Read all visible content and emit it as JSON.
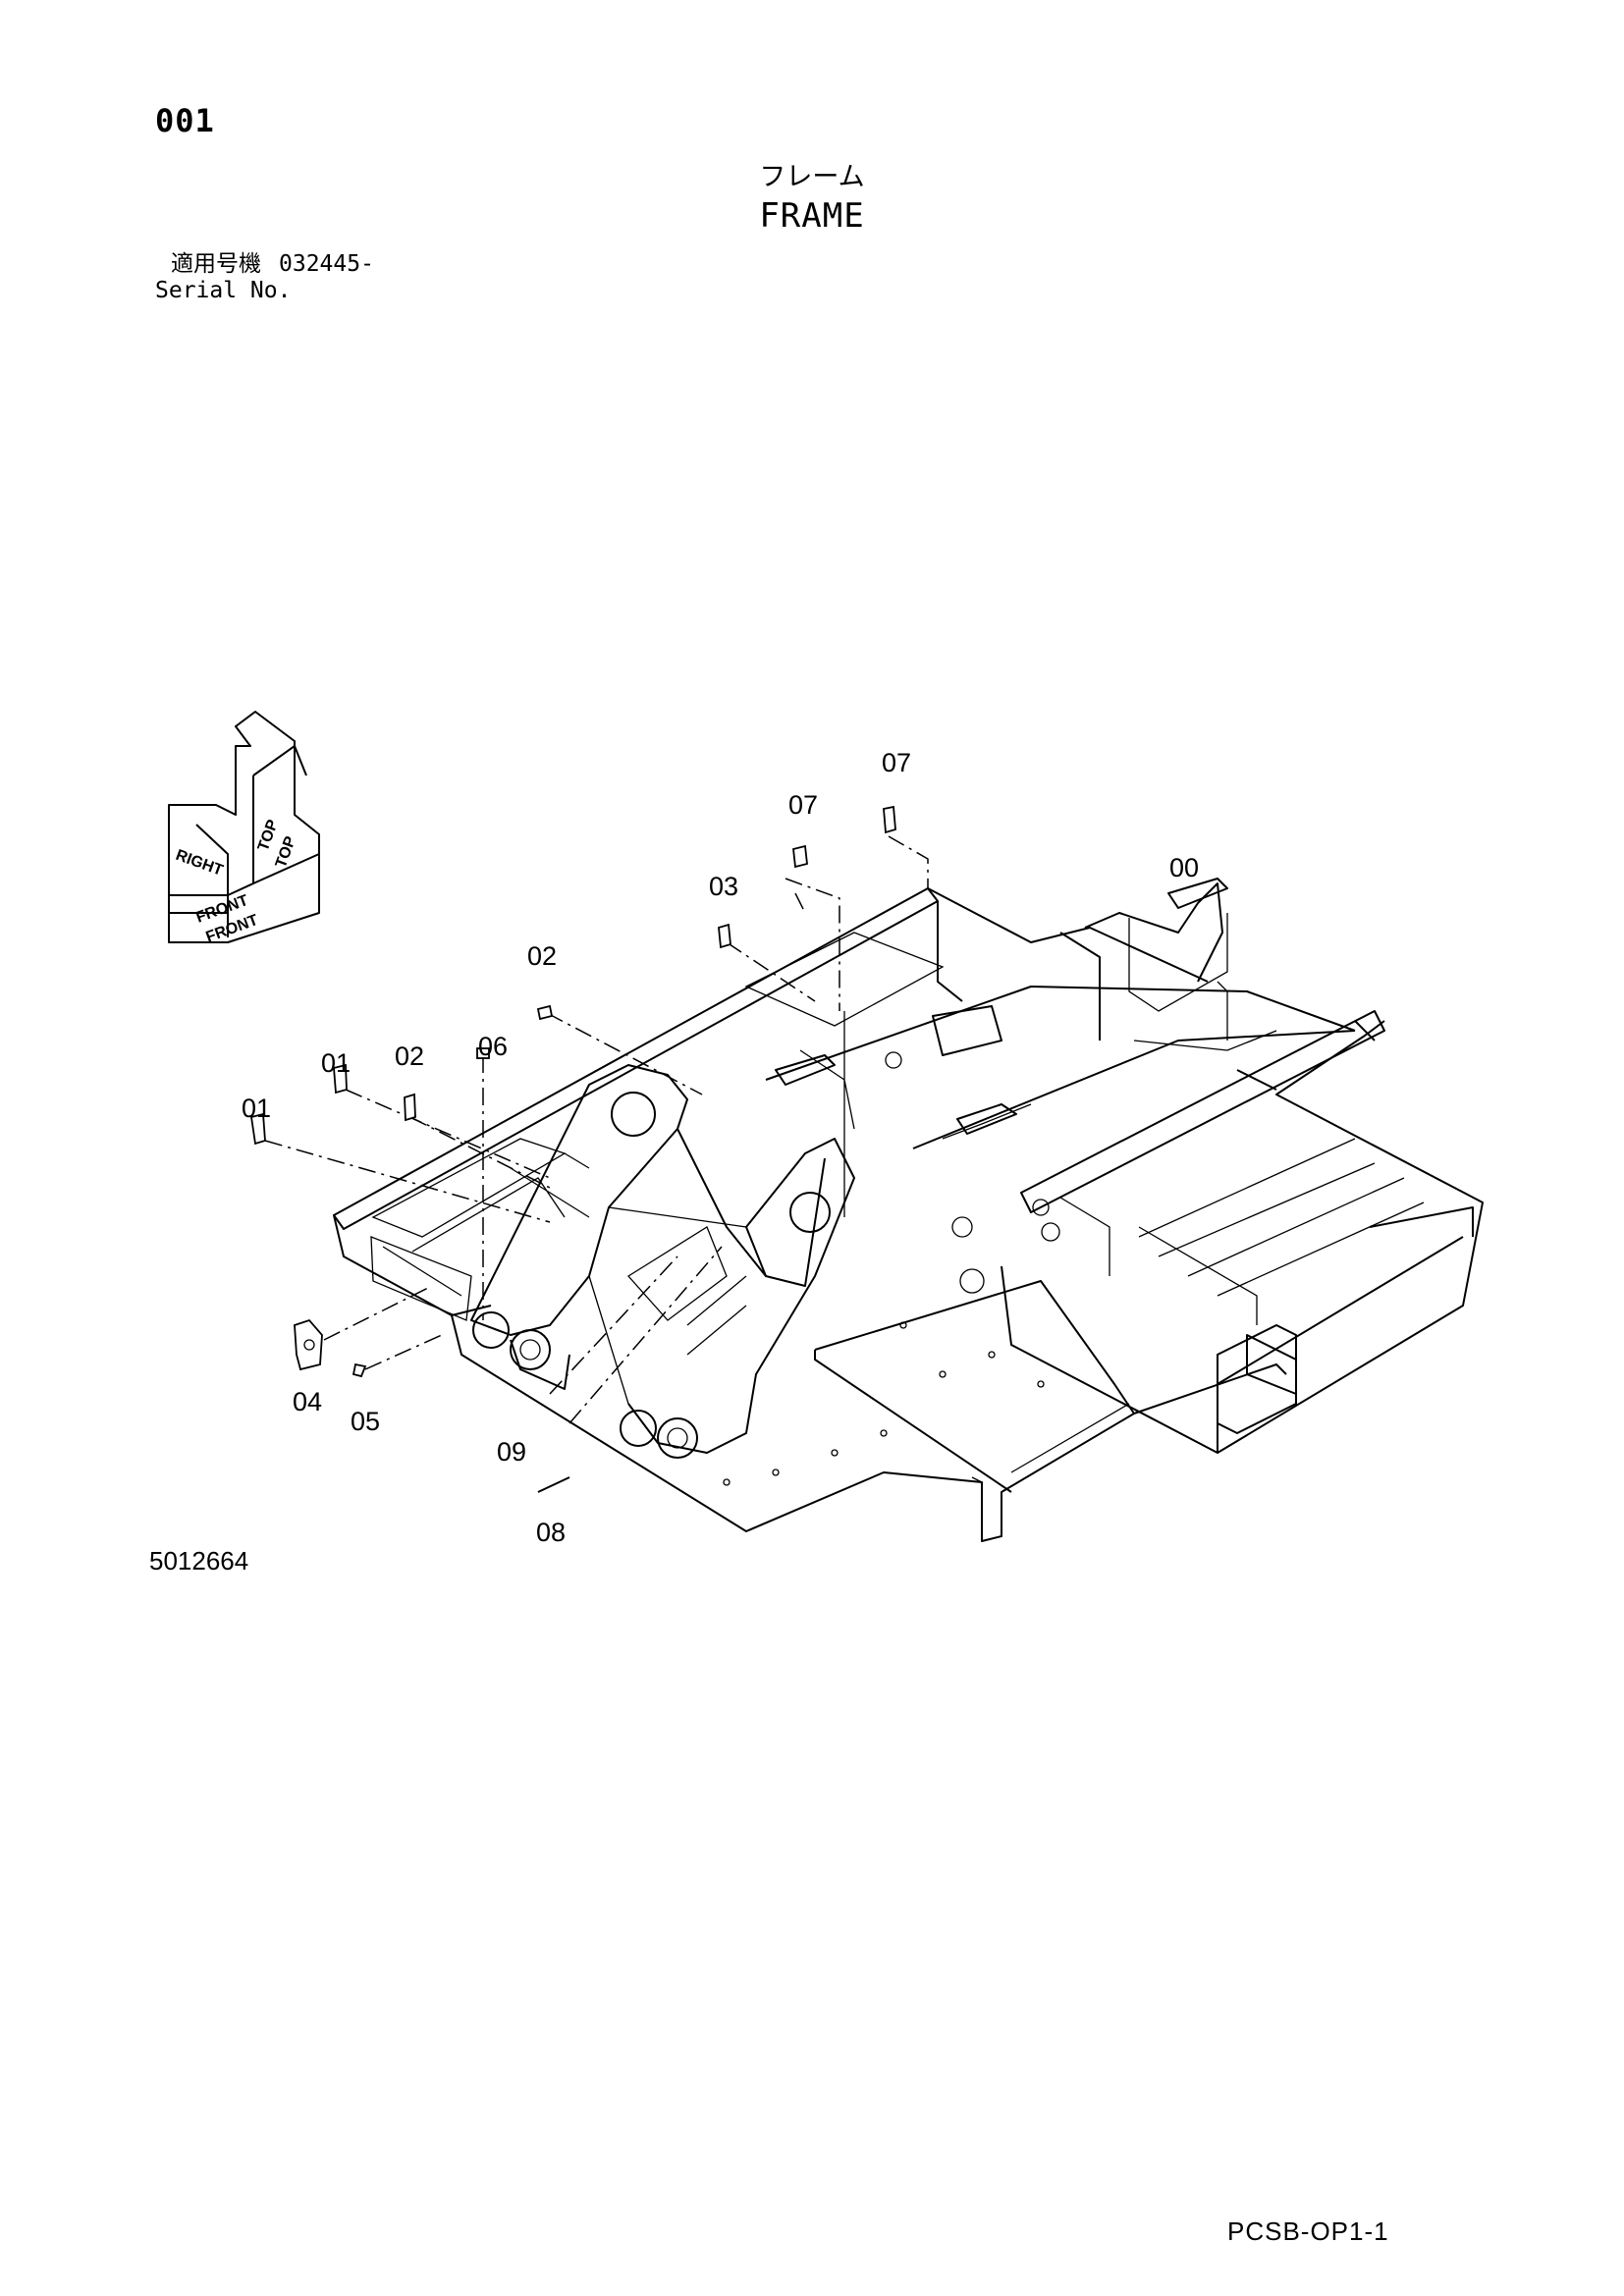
{
  "header": {
    "page_number": "001",
    "title_jp": "フレーム",
    "title_en": "FRAME",
    "serial_label_jp": "適用号機",
    "serial_value": "032445-",
    "serial_label_en": "Serial No."
  },
  "orientation": {
    "top": "TOP",
    "right": "RIGHT",
    "front": "FRONT"
  },
  "callouts": [
    "00",
    "01",
    "01",
    "02",
    "02",
    "03",
    "04",
    "05",
    "06",
    "07",
    "07",
    "08",
    "09"
  ],
  "footer": {
    "drawing_number": "5012664",
    "page_code": "PCSB-OP1-1"
  }
}
